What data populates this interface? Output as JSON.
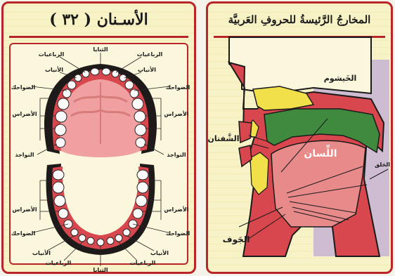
{
  "teeth_card": {
    "title": "الأسـنان ( ٣٢ )",
    "labels": {
      "upper_center": "الثنايا",
      "upper_left_1": "الرباعيات",
      "upper_left_2": "الأنياب",
      "upper_left_3": "الضواحك",
      "upper_left_4": "الأضراس",
      "upper_left_5": "النواجذ",
      "upper_right_1": "الرباعيات",
      "upper_right_2": "الأنياب",
      "upper_right_3": "الضواحك",
      "upper_right_4": "الأضراس",
      "upper_right_5": "النواجذ",
      "lower_left_4": "الأضراس",
      "lower_left_3": "الضواحك",
      "lower_left_2": "الأنياب",
      "lower_left_1": "الرباعيات",
      "lower_right_4": "الأضراس",
      "lower_right_3": "الضواحك",
      "lower_right_2": "الأنياب",
      "lower_right_1": "الرباعيات",
      "lower_center": "الثنايا"
    }
  },
  "articulation_card": {
    "title": "المخارجُ الرَّئيسةُ للحروفِ العَربيَّة",
    "labels": {
      "nasal": "الخَيشوم",
      "lips": "الشَّفتان",
      "tongue": "اللِّسان",
      "throat": "الحَلق",
      "cavity": "الجَوف"
    }
  },
  "colors": {
    "frame_red": "#b9262a",
    "gum_red": "#d8474d",
    "palate_pink": "#f0a0a0",
    "tooth": "#fafafa",
    "dark": "#1e1a1a",
    "green": "#3f8a3f",
    "yellow": "#f1e04a",
    "tongue_pink": "#e88a8a",
    "lilac": "#cdbcd2"
  }
}
